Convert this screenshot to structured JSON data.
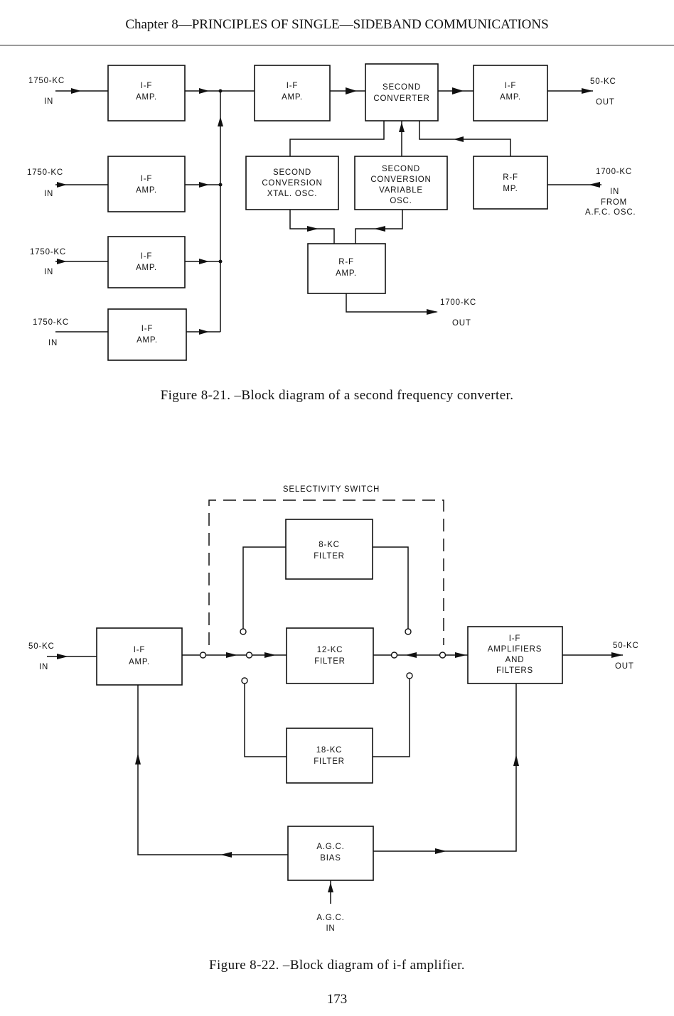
{
  "header": {
    "title": "Chapter 8—PRINCIPLES OF SINGLE—SIDEBAND COMMUNICATIONS"
  },
  "figure_8_21": {
    "caption": "Figure 8-21. –Block diagram of a second frequency converter.",
    "inputs": [
      {
        "freq": "1750-KC",
        "label": "IN"
      },
      {
        "freq": "1750-KC",
        "label": "IN"
      },
      {
        "freq": "1750-KC",
        "label": "IN"
      },
      {
        "freq": "1750-KC",
        "label": "IN"
      }
    ],
    "input_amps": [
      {
        "line1": "I-F",
        "line2": "AMP."
      },
      {
        "line1": "I-F",
        "line2": "AMP."
      },
      {
        "line1": "I-F",
        "line2": "AMP."
      },
      {
        "line1": "I-F",
        "line2": "AMP."
      }
    ],
    "if_amp_2": {
      "line1": "I-F",
      "line2": "AMP."
    },
    "second_converter": {
      "line1": "SECOND",
      "line2": "CONVERTER"
    },
    "if_amp_out": {
      "line1": "I-F",
      "line2": "AMP."
    },
    "output_50kc": {
      "freq": "50-KC",
      "label": "OUT"
    },
    "xtal_osc": {
      "line1": "SECOND",
      "line2": "CONVERSION",
      "line3": "XTAL. OSC."
    },
    "variable_osc": {
      "line1": "SECOND",
      "line2": "CONVERSION",
      "line3": "VARIABLE",
      "line4": "OSC."
    },
    "rf_amp_right": {
      "line1": "R-F",
      "line2": "MP."
    },
    "afc_input": {
      "freq": "1700-KC",
      "line1": "IN",
      "line2": "FROM",
      "line3": "A.F.C. OSC."
    },
    "rf_amp_bottom": {
      "line1": "R-F",
      "line2": "AMP."
    },
    "output_1700kc": {
      "freq": "1700-KC",
      "label": "OUT"
    }
  },
  "figure_8_22": {
    "caption": "Figure 8-22. –Block diagram of i-f amplifier.",
    "selectivity_switch_label": "SELECTIVITY SWITCH",
    "input": {
      "freq": "50-KC",
      "label": "IN"
    },
    "if_amp": {
      "line1": "I-F",
      "line2": "AMP."
    },
    "filter_8kc": {
      "line1": "8-KC",
      "line2": "FILTER"
    },
    "filter_12kc": {
      "line1": "12-KC",
      "line2": "FILTER"
    },
    "filter_18kc": {
      "line1": "18-KC",
      "line2": "FILTER"
    },
    "amplifiers_filters": {
      "line1": "I-F",
      "line2": "AMPLIFIERS",
      "line3": "AND",
      "line4": "FILTERS"
    },
    "output": {
      "freq": "50-KC",
      "label": "OUT"
    },
    "agc_bias": {
      "line1": "A.G.C.",
      "line2": "BIAS"
    },
    "agc_input": {
      "line1": "A.G.C.",
      "line2": "IN"
    }
  },
  "page_number": "173"
}
